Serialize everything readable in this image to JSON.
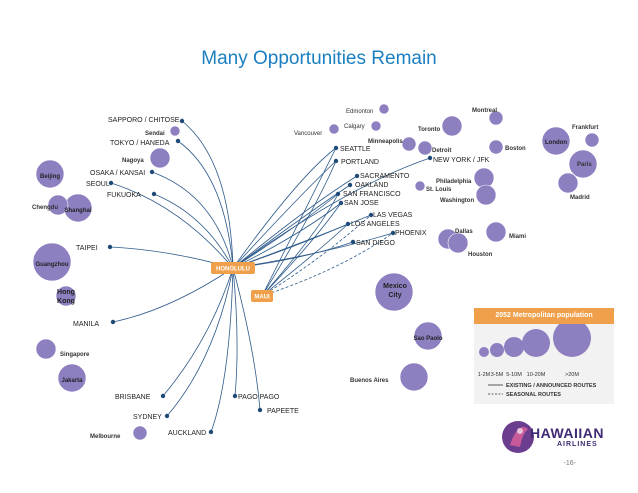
{
  "title": "Many Opportunities Remain",
  "page_number": "-16-",
  "hubs": [
    {
      "key": "honolulu",
      "label": "HONOLULU"
    },
    {
      "key": "maui",
      "label": "MAUI"
    }
  ],
  "routes": [
    {
      "label": "SAPPORO / CHITOSE",
      "type": "existing"
    },
    {
      "label": "TOKYO / HANEDA",
      "type": "existing"
    },
    {
      "label": "OSAKA / KANSAI",
      "type": "existing"
    },
    {
      "label": "SEOUL",
      "type": "existing"
    },
    {
      "label": "FUKUOKA",
      "type": "existing"
    },
    {
      "label": "TAIPEI",
      "type": "existing"
    },
    {
      "label": "MANILA",
      "type": "existing"
    },
    {
      "label": "BRISBANE",
      "type": "existing"
    },
    {
      "label": "SYDNEY",
      "type": "existing"
    },
    {
      "label": "AUCKLAND",
      "type": "existing"
    },
    {
      "label": "PAGO PAGO",
      "type": "existing"
    },
    {
      "label": "PAPEETE",
      "type": "existing"
    },
    {
      "label": "SEATTLE",
      "type": "existing"
    },
    {
      "label": "PORTLAND",
      "type": "existing"
    },
    {
      "label": "SACRAMENTO",
      "type": "existing"
    },
    {
      "label": "OAKLAND",
      "type": "existing"
    },
    {
      "label": "SAN FRANCISCO",
      "type": "existing"
    },
    {
      "label": "SAN JOSE",
      "type": "existing"
    },
    {
      "label": "LAS VEGAS",
      "type": "existing"
    },
    {
      "label": "LOS ANGELES",
      "type": "existing"
    },
    {
      "label": "PHOENIX",
      "type": "existing"
    },
    {
      "label": "SAN DIEGO",
      "type": "existing"
    },
    {
      "label": "NEW YORK / JFK",
      "type": "existing"
    }
  ],
  "cities": [
    {
      "label": "Edmonton",
      "size": "1-2M"
    },
    {
      "label": "Calgary",
      "size": "1-2M"
    },
    {
      "label": "Vancouver",
      "size": "1-2M"
    },
    {
      "label": "Minneapolis",
      "size": "3-5M"
    },
    {
      "label": "Toronto",
      "size": "5-10M"
    },
    {
      "label": "Montreal",
      "size": "3-5M"
    },
    {
      "label": "Detroit",
      "size": "3-5M"
    },
    {
      "label": "Boston",
      "size": "3-5M"
    },
    {
      "label": "Philadelphia",
      "size": "5-10M"
    },
    {
      "label": "St. Louis",
      "size": "1-2M"
    },
    {
      "label": "Washington",
      "size": "5-10M"
    },
    {
      "label": "Dallas",
      "size": "5-10M"
    },
    {
      "label": "Houston",
      "size": "5-10M"
    },
    {
      "label": "Miami",
      "size": "5-10M"
    },
    {
      "label": "London",
      "size": "10-20M"
    },
    {
      "label": "Frankfurt",
      "size": "3-5M"
    },
    {
      "label": "Paris",
      "size": "10-20M"
    },
    {
      "label": "Madrid",
      "size": "5-10M"
    },
    {
      "label": "Mexico City",
      "size": ">20M"
    },
    {
      "label": "Sao Paolo",
      "size": "10-20M"
    },
    {
      "label": "Buenos Aires",
      "size": "10-20M"
    },
    {
      "label": "Beijing",
      "size": "10-20M"
    },
    {
      "label": "Shanghai",
      "size": "10-20M"
    },
    {
      "label": "Chengdu",
      "size": "5-10M"
    },
    {
      "label": "Guangzhou",
      "size": ">20M"
    },
    {
      "label": "Hong Kong",
      "size": "5-10M"
    },
    {
      "label": "Singapore",
      "size": "5-10M"
    },
    {
      "label": "Jakarta",
      "size": "10-20M"
    },
    {
      "label": "Melbourne",
      "size": "3-5M"
    },
    {
      "label": "Sendai",
      "size": "1-2M"
    },
    {
      "label": "Nagoya",
      "size": "5-10M"
    }
  ],
  "legend": {
    "title": "2052 Metropolitan population",
    "sizes": [
      "1-2M",
      "3-5M",
      "5-10M",
      "10-20M",
      ">20M"
    ],
    "line_existing": "EXISTING / ANNOUNCED ROUTES",
    "line_seasonal": "SEASONAL ROUTES"
  },
  "logo": {
    "name": "HAWAIIAN",
    "sub": "AIRLINES"
  },
  "colors": {
    "bubble": "#8d7fc0",
    "bubble_dark": "#6b5a9e",
    "route": "#2d5a8a",
    "hub": "#f0a04b",
    "title": "#1b7fc1",
    "legend_header": "#f0a04b"
  }
}
